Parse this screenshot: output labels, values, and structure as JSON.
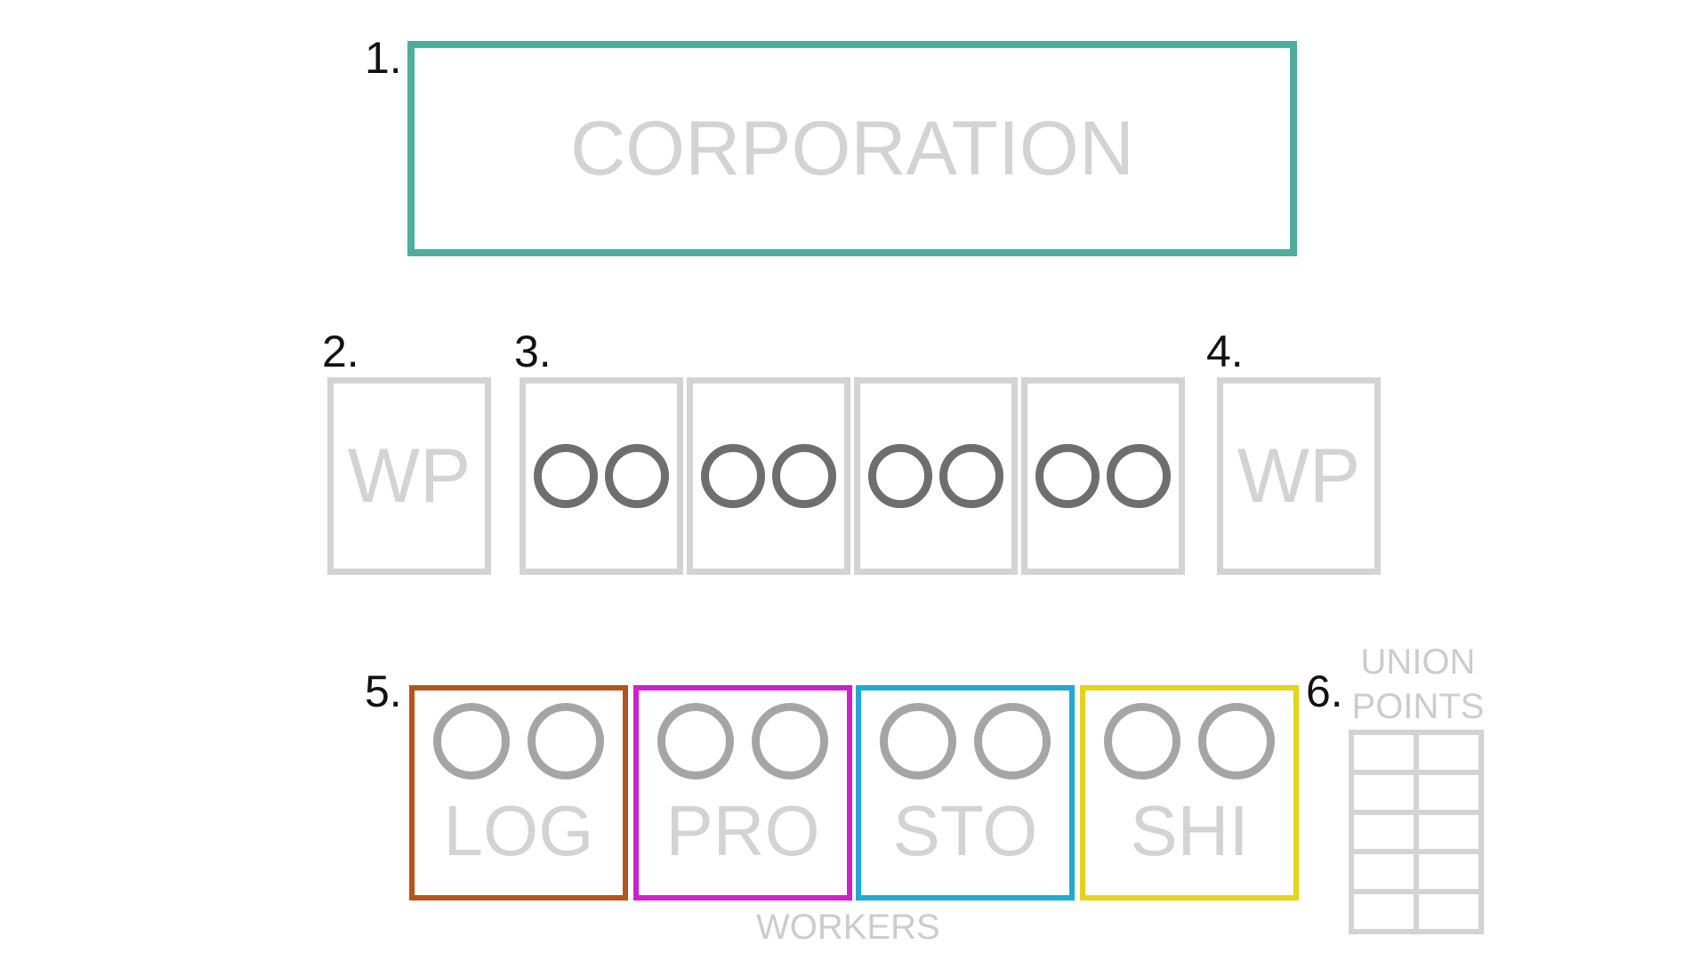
{
  "labels": {
    "n1": "1.",
    "n2": "2.",
    "n3": "3.",
    "n4": "4.",
    "n5": "5.",
    "n6": "6."
  },
  "corporation": "CORPORATION",
  "wp_left": "WP",
  "wp_right": "WP",
  "workers": [
    {
      "code": "LOG",
      "color": "#b3541e"
    },
    {
      "code": "PRO",
      "color": "#cc22cc"
    },
    {
      "code": "STO",
      "color": "#22aacc"
    },
    {
      "code": "SHI",
      "color": "#e6d21a"
    }
  ],
  "workers_label": "WORKERS",
  "union_points": [
    "UNION",
    "POINTS"
  ],
  "icons": {
    "slot_ring": "circle-outline-icon",
    "worker_ring": "circle-outline-icon"
  }
}
